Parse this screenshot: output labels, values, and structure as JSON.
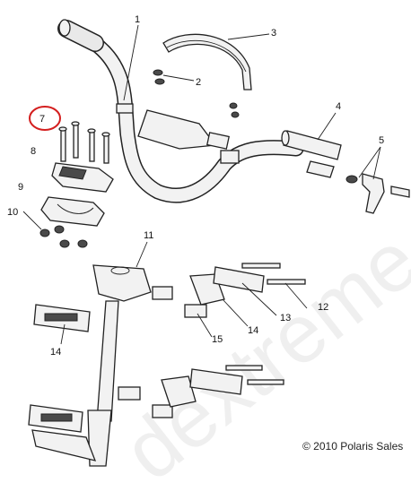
{
  "diagram": {
    "callouts": [
      "1",
      "2",
      "3",
      "4",
      "5",
      "7",
      "8",
      "9",
      "10",
      "11",
      "12",
      "13",
      "14",
      "14",
      "15"
    ],
    "highlighted_callout": "7",
    "highlight_color": "#d41f1f",
    "copyright": "© 2010 Polaris Sales",
    "watermark": "dextreme"
  }
}
